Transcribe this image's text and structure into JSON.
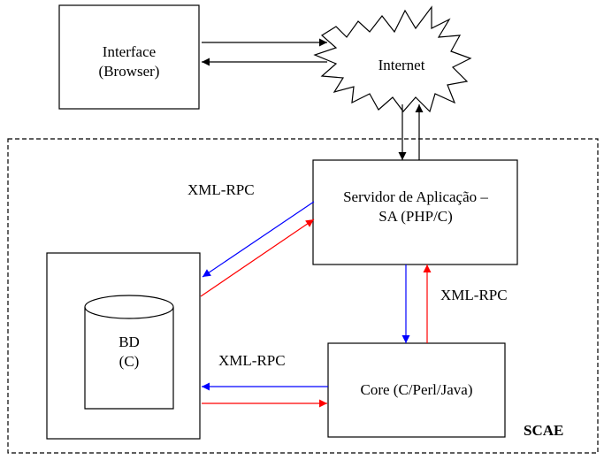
{
  "interface_box": {
    "line1": "Interface",
    "line2": "(Browser)"
  },
  "internet": {
    "label": "Internet"
  },
  "server_box": {
    "line1": "Servidor de Aplicação –",
    "line2": "SA (PHP/C)"
  },
  "db_box": {
    "line1": "BD",
    "line2": "(C)"
  },
  "core_box": {
    "label": "Core (C/Perl/Java)"
  },
  "edge_labels": {
    "server_db": "XML-RPC",
    "server_core": "XML-RPC",
    "core_db": "XML-RPC"
  },
  "boundary": {
    "label": "SCAE"
  },
  "colors": {
    "request": "#0000ff",
    "response": "#ff0000",
    "default": "#000000"
  }
}
